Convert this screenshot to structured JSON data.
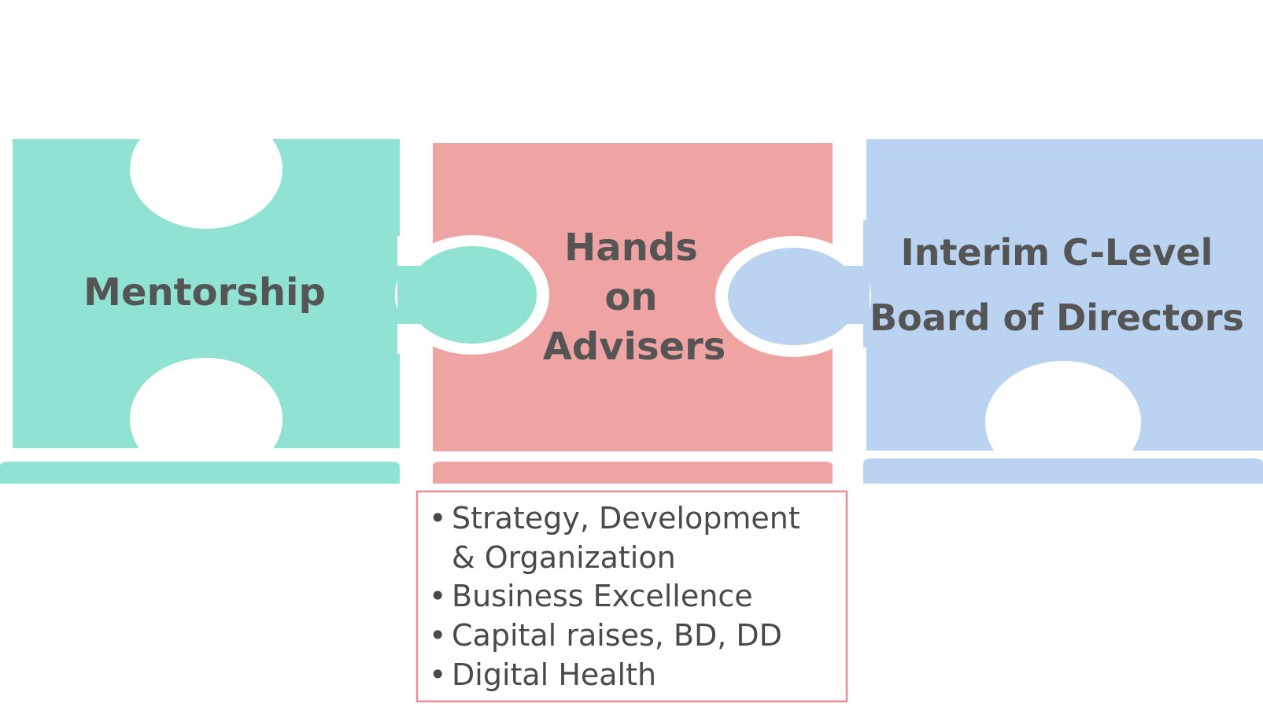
{
  "colors": {
    "mentorship": "#90e2d3",
    "advisers": "#f0a3a3",
    "interim": "#bad3f0",
    "text": "#555555",
    "list_border": "#e88d92",
    "background": "#ffffff"
  },
  "pieces": {
    "mentorship": {
      "title": "Mentorship"
    },
    "advisers": {
      "lines": [
        "Hands",
        "on",
        "Advisers"
      ]
    },
    "interim": {
      "lines": [
        "Interim C-Level",
        "Board of Directors"
      ]
    }
  },
  "advisers_list": {
    "items": [
      "Strategy, Development",
      "& Organization",
      "Business Excellence",
      "Capital raises, BD, DD",
      "Digital Health"
    ],
    "bullet_marks": [
      "•",
      "",
      "•",
      "•",
      "•"
    ]
  }
}
